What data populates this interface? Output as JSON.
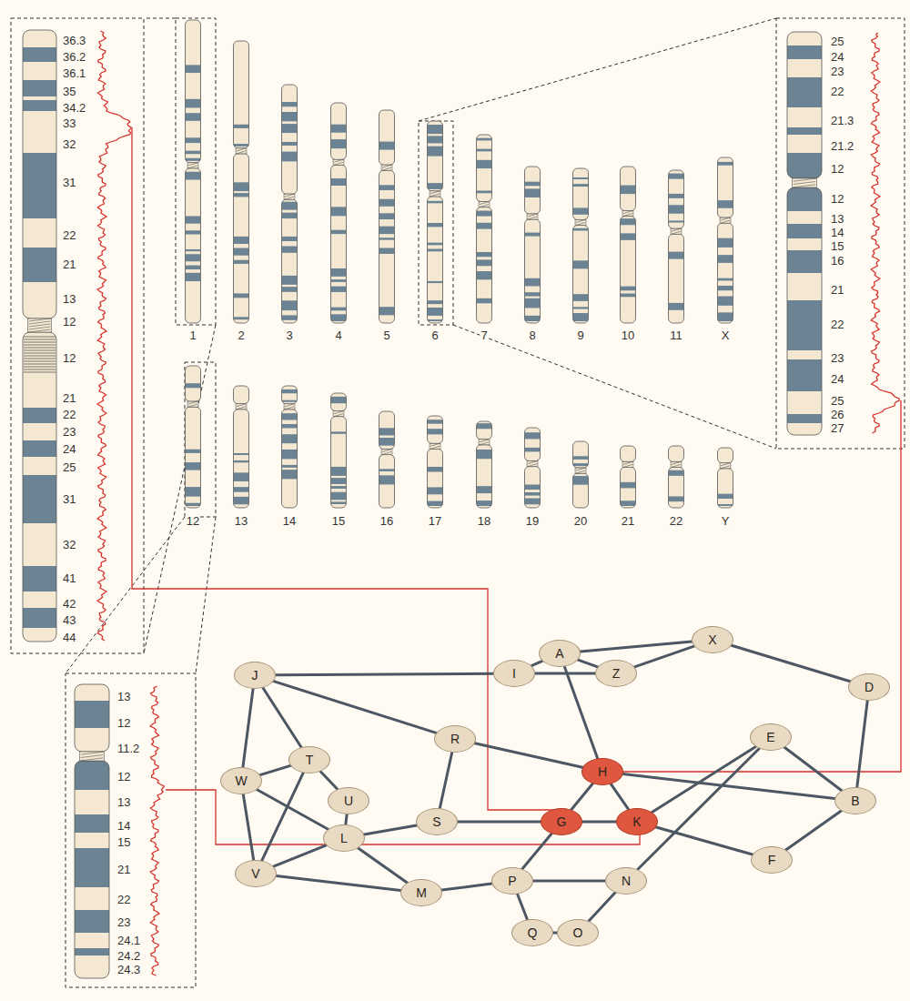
{
  "diagram": {
    "nodes": [
      {
        "text": [
          "X"
        ]
      },
      {
        "text": [
          "A"
        ]
      },
      {
        "text": [
          "J"
        ]
      },
      {
        "text": [
          "I"
        ]
      },
      {
        "text": [
          "Z"
        ]
      },
      {
        "text": [
          "D"
        ]
      },
      {
        "text": [
          "E"
        ]
      },
      {
        "text": [
          "R"
        ]
      },
      {
        "text": [
          "T"
        ]
      },
      {
        "text": [
          "H"
        ]
      },
      {
        "text": [
          "W"
        ]
      },
      {
        "text": [
          "U"
        ]
      },
      {
        "text": [
          "B"
        ]
      },
      {
        "text": [
          "S"
        ]
      },
      {
        "text": [
          "G"
        ]
      },
      {
        "text": [
          "K"
        ]
      },
      {
        "text": [
          "L"
        ]
      },
      {
        "text": [
          "F"
        ]
      },
      {
        "text": [
          "V"
        ]
      },
      {
        "text": [
          "P"
        ]
      },
      {
        "text": [
          "N"
        ]
      },
      {
        "text": [
          "M"
        ]
      },
      {
        "text": [
          "Q"
        ]
      },
      {
        "text": [
          "O"
        ]
      }
    ],
    "edges": [
      {
        "from": 1,
        "to": 0,
        "arrow": "none"
      },
      {
        "from": 0,
        "to": 5,
        "arrow": "none"
      },
      {
        "from": 1,
        "to": 3,
        "arrow": "none"
      },
      {
        "from": 1,
        "to": 4,
        "arrow": "none"
      },
      {
        "from": 3,
        "to": 4,
        "arrow": "none"
      },
      {
        "from": 4,
        "to": 0,
        "arrow": "none"
      },
      {
        "from": 1,
        "to": 9,
        "arrow": "none"
      },
      {
        "from": 2,
        "to": 3,
        "arrow": "none"
      },
      {
        "from": 2,
        "to": 7,
        "arrow": "none"
      },
      {
        "from": 2,
        "to": 8,
        "arrow": "none"
      },
      {
        "from": 2,
        "to": 10,
        "arrow": "none"
      },
      {
        "from": 7,
        "to": 9,
        "arrow": "none"
      },
      {
        "from": 7,
        "to": 13,
        "arrow": "none"
      },
      {
        "from": 5,
        "to": 12,
        "arrow": "none"
      },
      {
        "from": 6,
        "to": 12,
        "arrow": "none"
      },
      {
        "from": 6,
        "to": 15,
        "arrow": "none"
      },
      {
        "from": 6,
        "to": 20,
        "arrow": "none"
      },
      {
        "from": 9,
        "to": 12,
        "arrow": "none"
      },
      {
        "from": 9,
        "to": 14,
        "arrow": "none"
      },
      {
        "from": 9,
        "to": 15,
        "arrow": "none"
      },
      {
        "from": 13,
        "to": 14,
        "arrow": "none"
      },
      {
        "from": 14,
        "to": 15,
        "arrow": "none"
      },
      {
        "from": 15,
        "to": 17,
        "arrow": "none"
      },
      {
        "from": 17,
        "to": 12,
        "arrow": "none"
      },
      {
        "from": 14,
        "to": 19,
        "arrow": "none"
      },
      {
        "from": 19,
        "to": 20,
        "arrow": "none"
      },
      {
        "from": 19,
        "to": 22,
        "arrow": "none"
      },
      {
        "from": 22,
        "to": 23,
        "arrow": "none"
      },
      {
        "from": 23,
        "to": 20,
        "arrow": "none"
      },
      {
        "from": 19,
        "to": 21,
        "arrow": "none"
      },
      {
        "from": 21,
        "to": 16,
        "arrow": "none"
      },
      {
        "from": 18,
        "to": 21,
        "arrow": "none"
      },
      {
        "from": 18,
        "to": 16,
        "arrow": "none"
      },
      {
        "from": 10,
        "to": 8,
        "arrow": "none"
      },
      {
        "from": 10,
        "to": 18,
        "arrow": "none"
      },
      {
        "from": 10,
        "to": 16,
        "arrow": "none"
      },
      {
        "from": 8,
        "to": 11,
        "arrow": "none"
      },
      {
        "from": 8,
        "to": 18,
        "arrow": "none"
      },
      {
        "from": 11,
        "to": 16,
        "arrow": "none"
      },
      {
        "from": 16,
        "to": 13,
        "arrow": "none"
      }
    ],
    "labels": [
      "1",
      "2",
      "3",
      "4",
      "5",
      "6",
      "7",
      "8",
      "9",
      "10",
      "11",
      "X",
      "12",
      "13",
      "14",
      "15",
      "16",
      "17",
      "18",
      "19",
      "20",
      "21",
      "22",
      "Y",
      "36.3",
      "36.2",
      "36.1",
      "35",
      "34.2",
      "33",
      "32",
      "31",
      "22",
      "21",
      "13",
      "12",
      "12",
      "21",
      "22",
      "23",
      "24",
      "25",
      "31",
      "32",
      "41",
      "42",
      "43",
      "44",
      "25",
      "24",
      "23",
      "22",
      "21.3",
      "21.2",
      "12",
      "12",
      "13",
      "14",
      "15",
      "16",
      "21",
      "22",
      "23",
      "24",
      "25",
      "26",
      "27",
      "13",
      "12",
      "11.2",
      "12",
      "13",
      "14",
      "15",
      "21",
      "22",
      "23",
      "24.1",
      "24.2",
      "24.3"
    ]
  }
}
